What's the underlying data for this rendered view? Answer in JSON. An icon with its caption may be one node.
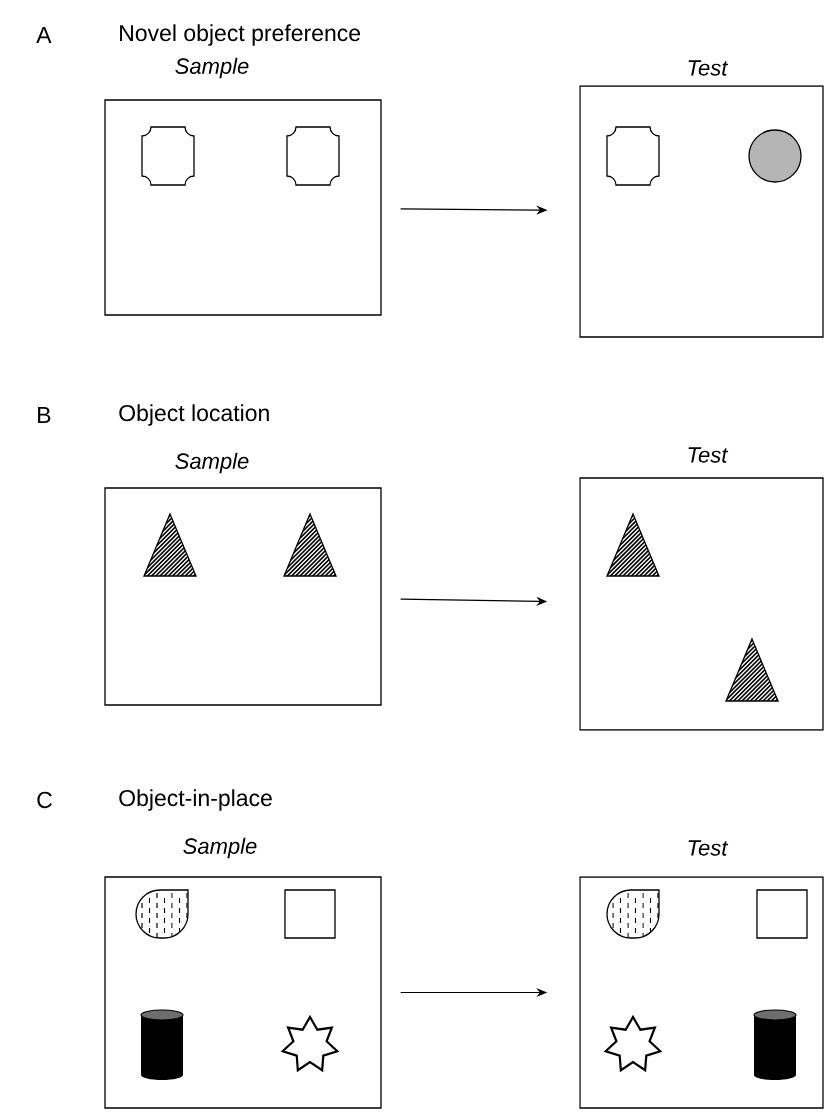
{
  "diagram": {
    "nodes": [
      {
        "text": [
          "Sample"
        ]
      },
      {
        "text": [
          "Test"
        ]
      },
      {
        "text": [
          "Sample"
        ]
      },
      {
        "text": [
          "Test"
        ]
      },
      {
        "text": [
          "Sample"
        ]
      },
      {
        "text": [
          "Test"
        ]
      }
    ],
    "edges": [
      {
        "from": 0,
        "to": 1,
        "arrow": "to"
      },
      {
        "from": 2,
        "to": 3,
        "arrow": "to"
      },
      {
        "from": 4,
        "to": 5,
        "arrow": "to"
      }
    ],
    "labels": [
      "A",
      "Novel object preference",
      "B",
      "Object location",
      "C",
      "Object-in-place"
    ]
  }
}
